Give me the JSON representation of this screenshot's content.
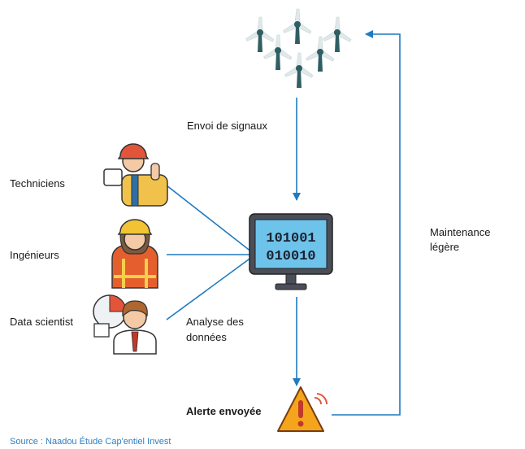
{
  "labels": {
    "signal": "Envoi de signaux",
    "technicians": "Techniciens",
    "engineers": "Ingénieurs",
    "data_scientist": "Data scientist",
    "analysis_line1": "Analyse des",
    "analysis_line2": "données",
    "maintenance_line1": "Maintenance",
    "maintenance_line2": "légère",
    "alert": "Alerte envoyée"
  },
  "monitor": {
    "line1": "101001",
    "line2": "010010"
  },
  "source": "Source : Naadou Étude Cap'entiel Invest",
  "icons": {
    "farm": "wind-turbine-icon",
    "technician": "technician-icon",
    "engineer": "engineer-icon",
    "scientist": "data-scientist-icon",
    "monitor": "computer-monitor-icon",
    "alert": "warning-alert-icon"
  },
  "colors": {
    "arrow": "#1f7bbf",
    "turbine_blade": "#dfe9ea",
    "turbine_hub": "#2f5e63",
    "warning_fill": "#f4a51c",
    "warning_mark": "#c0392b",
    "monitor_frame": "#4a4e58",
    "monitor_screen": "#6ec3ea"
  }
}
